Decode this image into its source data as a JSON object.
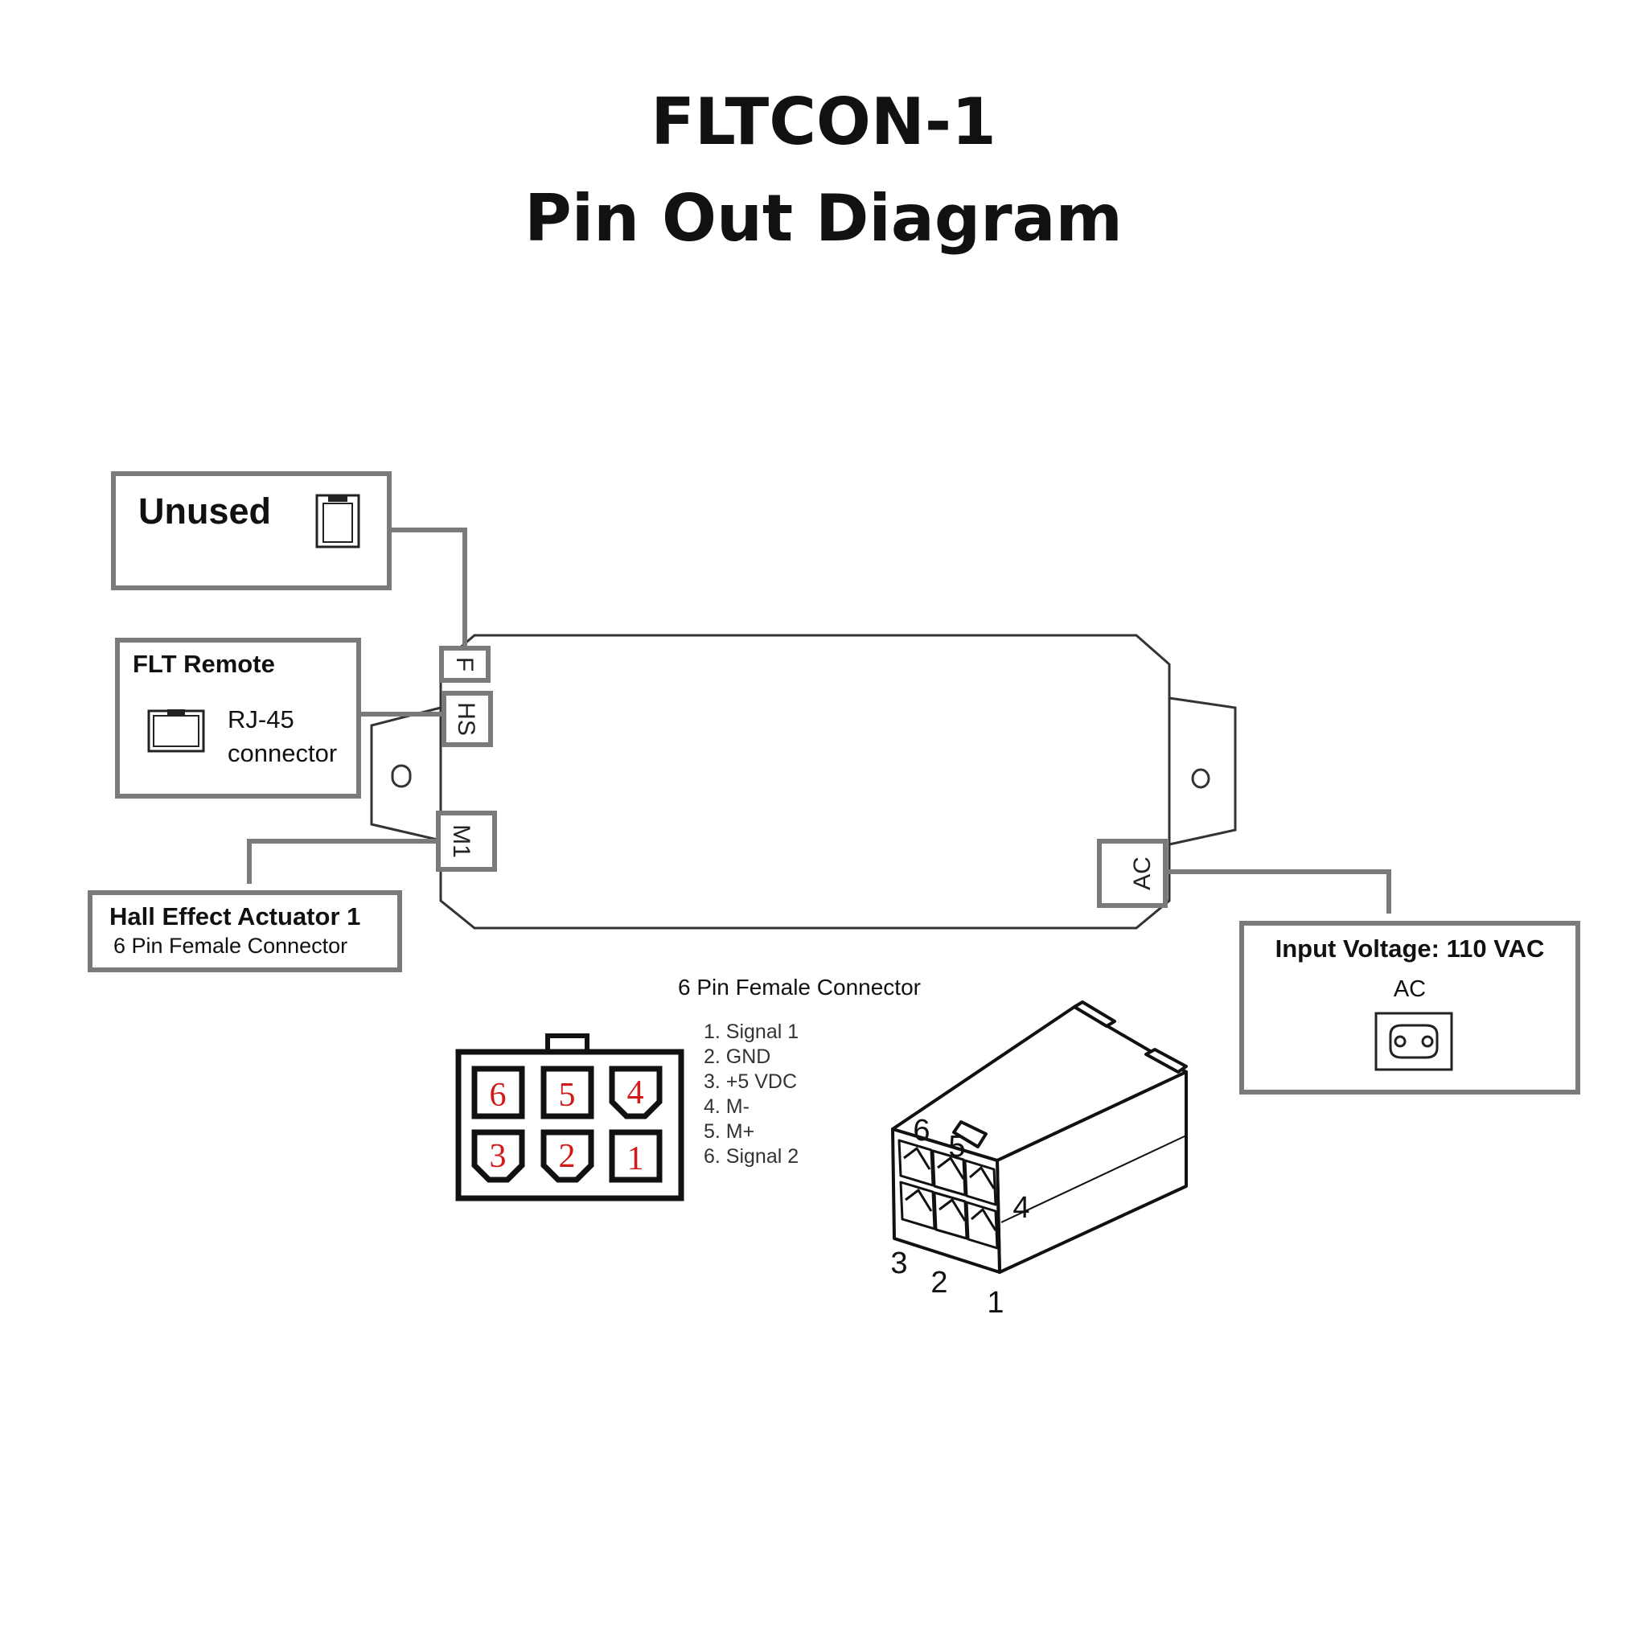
{
  "title": {
    "line1": "FLTCON-1",
    "line2": "Pin Out Diagram"
  },
  "unused_box": {
    "label": "Unused"
  },
  "remote_box": {
    "title": "FLT Remote",
    "line1": "RJ-45",
    "line2": "connector"
  },
  "hall_box": {
    "title": "Hall Effect Actuator 1",
    "subtitle": "6 Pin Female Connector"
  },
  "input_box": {
    "title": "Input Voltage: 110 VAC",
    "ac_label": "AC"
  },
  "ports": {
    "f": "F",
    "hs": "HS",
    "m1": "M1",
    "ac": "AC"
  },
  "connector": {
    "heading": "6 Pin Female Connector",
    "face_pins": [
      "6",
      "5",
      "4",
      "3",
      "2",
      "1"
    ],
    "pinout": [
      "1. Signal 1",
      "2. GND",
      "3. +5 VDC",
      "4. M-",
      "5. M+",
      "6. Signal 2"
    ],
    "iso_labels": [
      "6",
      "5",
      "4",
      "3",
      "2",
      "1"
    ]
  },
  "colors": {
    "box_border": "#7a7a7a",
    "line": "#333333",
    "pin_number": "#d11a1a"
  }
}
